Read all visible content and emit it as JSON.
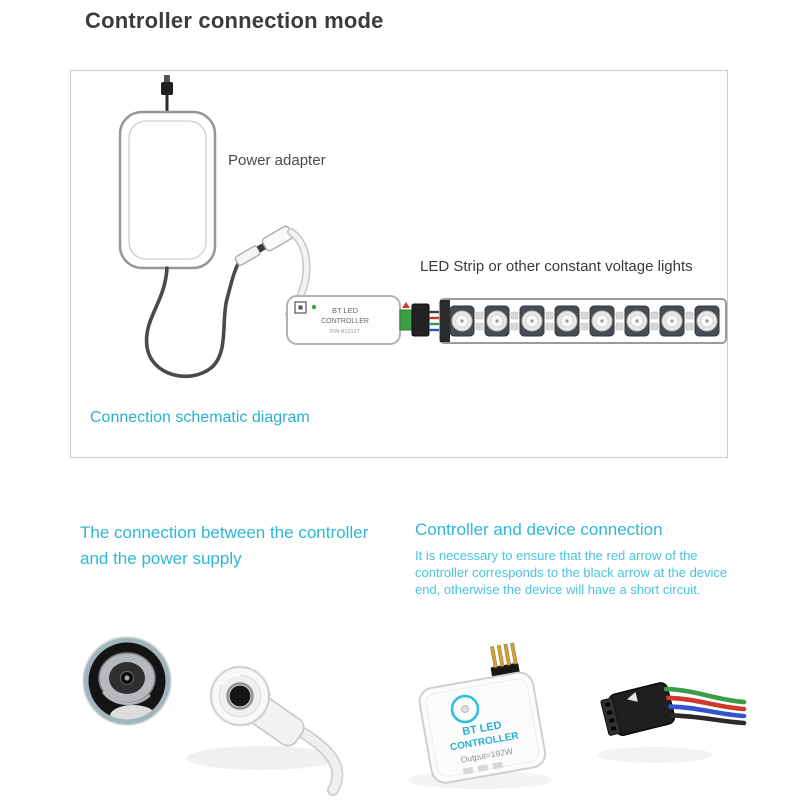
{
  "title": "Controller connection mode",
  "schematic": {
    "power_adapter_label": "Power adapter",
    "led_strip_label": "LED Strip or other constant voltage lights",
    "caption": "Connection schematic diagram",
    "controller_line1": "BT LED",
    "controller_line2": "CONTROLLER",
    "controller_line3": "P/N:A1012T"
  },
  "sections": {
    "left_heading": "The connection between the controller and the power supply",
    "right_heading": "Controller and device connection",
    "right_body": "It is necessary to ensure that the red arrow of the controller corresponds to the black arrow at the device end, otherwise the device will have a short circuit."
  },
  "photos": {
    "controller_line1": "BT LED",
    "controller_line2": "CONTROLLER",
    "controller_line3": "Output=192W"
  },
  "colors": {
    "accent": "#2eb7d8",
    "body_text": "#49c3df",
    "caption": "#29b0d0",
    "title_text": "#3b3b3b"
  }
}
